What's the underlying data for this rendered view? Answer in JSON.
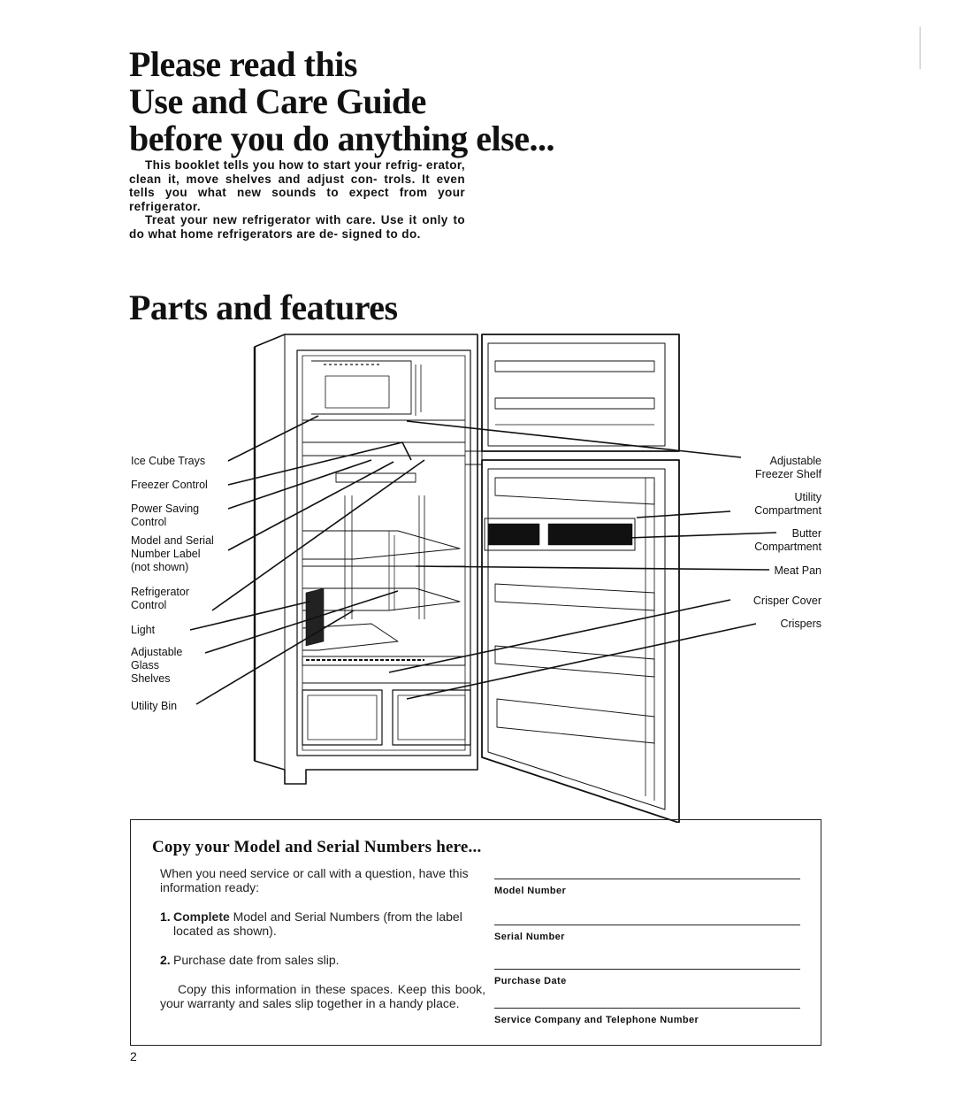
{
  "header": {
    "title_lines": [
      "Please read this",
      "Use and Care Guide",
      "before you do anything else..."
    ]
  },
  "intro": {
    "paragraphs": [
      "This booklet tells you how to start your refrig- erator, clean it, move shelves and adjust con- trols. It even tells you what new sounds to expect from your refrigerator.",
      "Treat your new refrigerator with care. Use it only to do what home refrigerators are de- signed to do."
    ]
  },
  "parts": {
    "heading": "Parts and features",
    "left_labels": [
      [
        "Ice Cube Trays"
      ],
      [
        "Freezer Control"
      ],
      [
        "Power Saving",
        "Control"
      ],
      [
        "Model and Serial",
        "Number Label",
        "(not shown)"
      ],
      [
        "Refrigerator",
        "Control"
      ],
      [
        "Light"
      ],
      [
        "Adjustable",
        "Glass",
        "Shelves"
      ],
      [
        "Utility Bin"
      ]
    ],
    "right_labels": [
      [
        "Adjustable",
        "Freezer Shelf"
      ],
      [
        "Utility",
        "Compartment"
      ],
      [
        "Butter",
        "Compartment"
      ],
      [
        "Meat Pan"
      ],
      [
        "Crisper Cover"
      ],
      [
        "Crispers"
      ]
    ]
  },
  "record": {
    "heading": "Copy your Model and Serial Numbers here...",
    "intro": "When you need service or call with a question, have this information ready:",
    "step1_num": "1.",
    "step1_bold": "Complete",
    "step1_text": " Model and Serial Numbers (from the label located as shown).",
    "step2_num": "2.",
    "step2_text": "Purchase date from sales slip.",
    "closing": "Copy this information in these spaces. Keep this book, your warranty and sales slip together in a handy place.",
    "fields": [
      "Model Number",
      "Serial Number",
      "Purchase Date",
      "Service Company and Telephone Number"
    ]
  },
  "footer": {
    "page_number": "2"
  }
}
